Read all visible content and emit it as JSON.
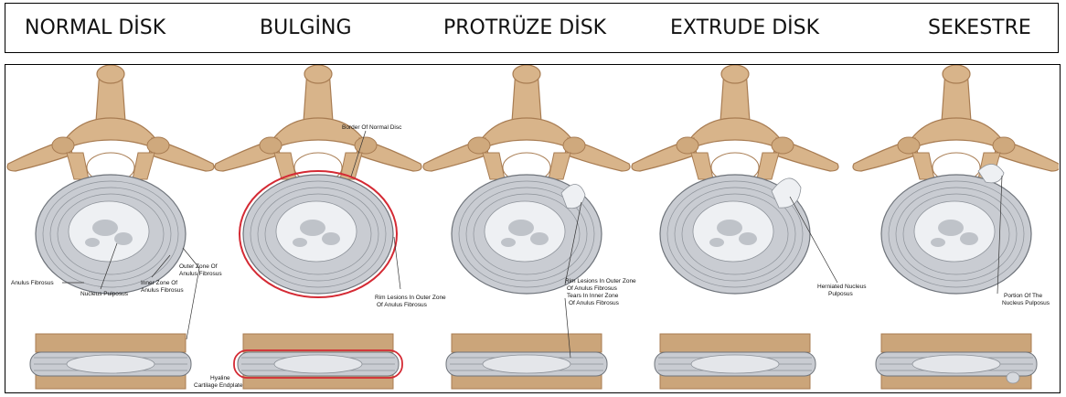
{
  "header": {
    "stages": [
      {
        "label": "NORMAL DİSK"
      },
      {
        "label": "BULGİNG"
      },
      {
        "label": "PROTRÜZE DİSK"
      },
      {
        "label": "EXTRUDE DİSK"
      },
      {
        "label": "SEKESTRE"
      }
    ]
  },
  "annotations": {
    "normal": {
      "anulus_fibrosus": "Anulus Fibrosus",
      "nucleus_pulposus": "Nucleus Pulposus",
      "outer_zone_1": "Outer Zone Of",
      "outer_zone_2": "Anulus Fibrosus",
      "inner_zone_1": "Inner Zone Of",
      "inner_zone_2": "Anulus Fibrosus",
      "hyaline_1": "Hyaline",
      "hyaline_2": "Cartilage Endplate"
    },
    "bulging": {
      "border_1": "Border Of Normal Disc",
      "rim_1": "Rim Lesions In Outer Zone",
      "rim_2": "Of Anulus Fibrosus"
    },
    "protrusion": {
      "rim_1": "Rim Lesions In Outer Zone",
      "rim_2": "Of Anulus Fibrosus",
      "tears_1": "Tears In Inner Zone",
      "tears_2": "Of Anulus Fibrosus"
    },
    "extrusion": {
      "herniated_1": "Herniated Nucleus",
      "herniated_2": "Pulposus"
    },
    "sequestration": {
      "portion_1": "Portion Of The",
      "portion_2": "Nucleus Pulposus"
    }
  },
  "colors": {
    "bone": "#d8b48a",
    "bone_dark": "#a87c52",
    "disc": "#c9ccd2",
    "disc_ring": "#8d9299",
    "endplate": "#cba57a",
    "lesion": "#d42a34",
    "nucleus": "#eef0f3"
  }
}
